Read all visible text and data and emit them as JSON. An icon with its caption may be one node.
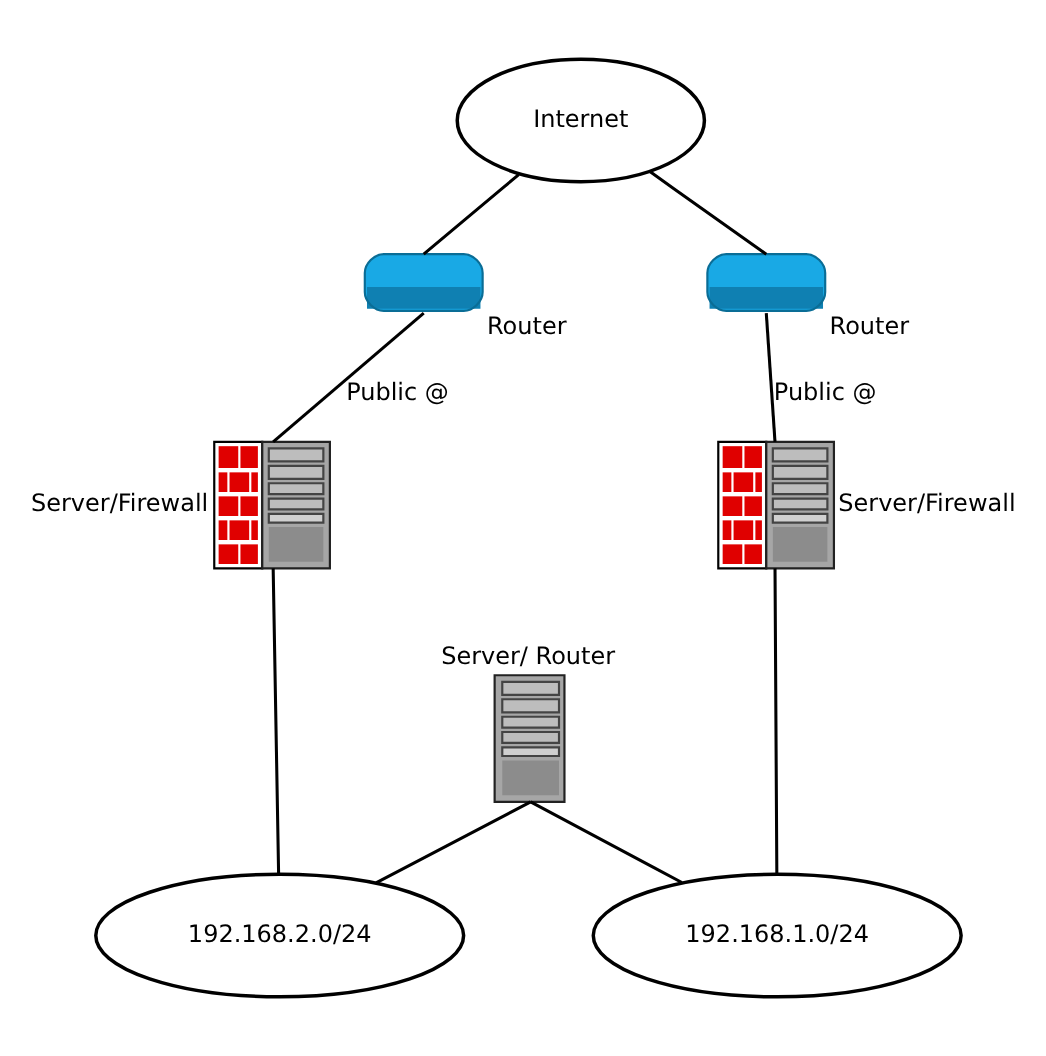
{
  "diagram": {
    "nodes": [
      {
        "text": [
          "Internet"
        ]
      },
      {
        "text": [],
        "shape": "picture",
        "beside": [
          "Router"
        ]
      },
      {
        "text": [],
        "shape": "picture",
        "beside": [
          "Router"
        ]
      },
      {
        "text": [],
        "shape": "picture",
        "beside": [
          "Server/Firewall"
        ]
      },
      {
        "text": [],
        "shape": "picture",
        "beside": [
          "Server/Firewall"
        ]
      },
      {
        "text": [],
        "shape": "picture",
        "beside": [
          "Server/ Router"
        ]
      },
      {
        "text": [
          "192.168.2.0/24"
        ]
      },
      {
        "text": [
          "192.168.1.0/24"
        ]
      }
    ],
    "edges": [
      {
        "from": 0,
        "to": 1,
        "arrow": "none"
      },
      {
        "from": 0,
        "to": 2,
        "arrow": "none"
      },
      {
        "from": 1,
        "to": 3,
        "arrow": "none",
        "label": "Public @"
      },
      {
        "from": 2,
        "to": 4,
        "arrow": "none",
        "label": "Public @"
      },
      {
        "from": 3,
        "to": 6,
        "arrow": "none"
      },
      {
        "from": 4,
        "to": 7,
        "arrow": "none"
      },
      {
        "from": 5,
        "to": 6,
        "arrow": "none"
      },
      {
        "from": 5,
        "to": 7,
        "arrow": "none"
      }
    ]
  }
}
